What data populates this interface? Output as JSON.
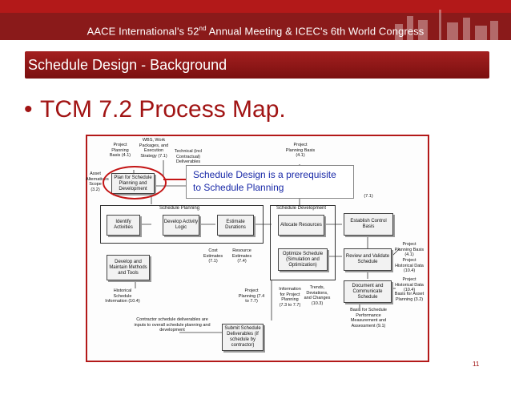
{
  "header": {
    "conference_text": "AACE International's 52",
    "conference_sup": "nd",
    "conference_text_after": " Annual Meeting & ICEC's 6th World Congress"
  },
  "slide": {
    "title": "Schedule Design - Background",
    "bullet": "TCM 7.2 Process Map.",
    "page_number": "11"
  },
  "callout": {
    "line1": "Schedule Design is a prerequisite",
    "line2": "to Schedule Planning"
  },
  "process_map": {
    "inputs_top": [
      {
        "label": "Project Planning Basis (4.1)"
      },
      {
        "label": "WBS, Work Packages, and Execution Strategy (7.1)"
      },
      {
        "label": "Technical (incl Contractual) Deliverables"
      },
      {
        "label": "Project Planning Basis (4.1)"
      }
    ],
    "left_inputs": [
      {
        "label": "Asset Alternatives Scope (3.2)"
      },
      {
        "label": "Historical Schedule Information (10.4)"
      }
    ],
    "group_labels": {
      "planning": "Schedule Planning",
      "development": "Schedule Development"
    },
    "boxes": {
      "plan": "Plan for Schedule Planning and Development",
      "identify": "Identify Activities",
      "logic": "Develop Activity Logic",
      "durations": "Estimate Durations",
      "allocate": "Allocate Resources",
      "optimize": "Optimize Schedule (Simulation and Optimization)",
      "control": "Establish Control Basis",
      "review": "Review and Validate Schedule",
      "document": "Document and Communicate Schedule",
      "methods": "Develop and Maintain Methods and Tools",
      "submit": "Submit Schedule Deliverables (if schedule by contractor)"
    },
    "labels": {
      "cost_est": "Cost Estimates (7.1)",
      "resource_est": "Resource Estimates (7.4)",
      "project_planning": "Project Planning (7.4 to 7.7)",
      "info_planning": "Information for Project Planning (7.3 to 7.7)",
      "trends": "Trends, Deviations, and Changes (10.3)",
      "ppb_right": "Project Planning Basis (4.1)",
      "hist_right": "Project Historical Data (10.4)",
      "hist_right2": "Project Historical Data (10.4)",
      "basis_asset": "Basis for Asset Planning (3.2)",
      "basis_sched": "Basis for Schedule Performance Measurement and Assessment (9.1)",
      "contractor": "Contractor schedule deliverables are inputs to overall schedule planning and development",
      "num71": "(7.1)"
    }
  }
}
